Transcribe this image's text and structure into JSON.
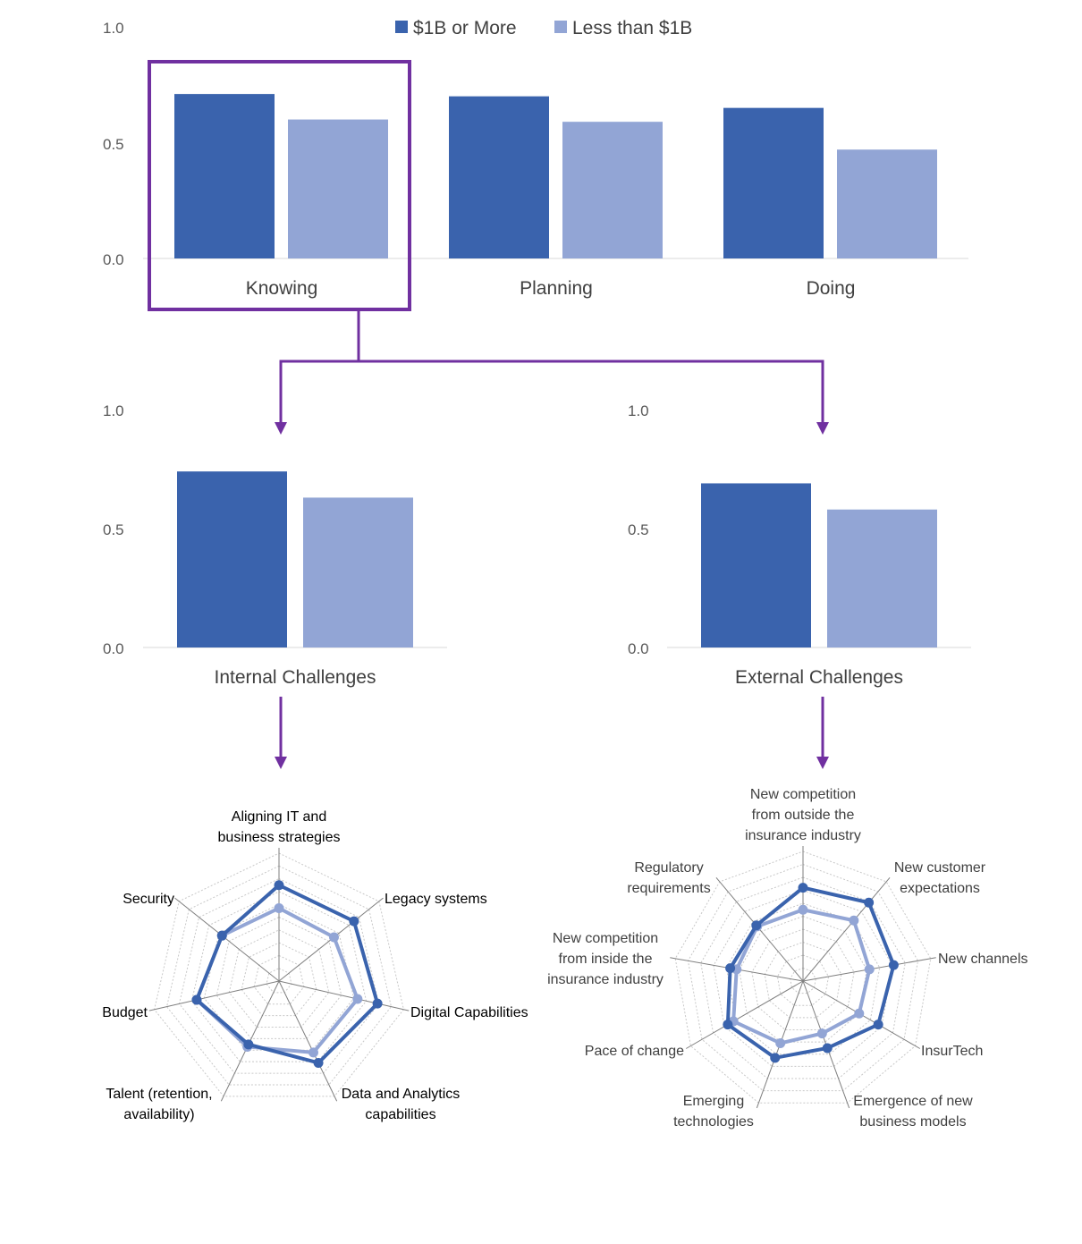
{
  "colors": {
    "large": "#3a63ad",
    "small": "#92a5d5",
    "highlight": "#7030a0",
    "axis": "#d9d9d9",
    "grid": "#c8c8c8"
  },
  "legend": {
    "items": [
      "$1B or More",
      "Less than $1B"
    ]
  },
  "chart_data": [
    {
      "type": "bar",
      "id": "top",
      "categories": [
        "Knowing",
        "Planning",
        "Doing"
      ],
      "series": [
        {
          "name": "$1B or More",
          "values": [
            0.71,
            0.7,
            0.65
          ]
        },
        {
          "name": "Less than $1B",
          "values": [
            0.6,
            0.59,
            0.47
          ]
        }
      ],
      "yticks": [
        "1.0",
        "0.5",
        "0.0"
      ],
      "ylim": [
        0,
        1.0
      ]
    },
    {
      "type": "bar",
      "id": "internal",
      "categories": [
        "Internal Challenges"
      ],
      "series": [
        {
          "name": "$1B or More",
          "values": [
            0.74
          ]
        },
        {
          "name": "Less than $1B",
          "values": [
            0.63
          ]
        }
      ],
      "yticks": [
        "1.0",
        "0.5",
        "0.0"
      ],
      "ylim": [
        0,
        1.0
      ]
    },
    {
      "type": "bar",
      "id": "external",
      "categories": [
        "External Challenges"
      ],
      "series": [
        {
          "name": "$1B or More",
          "values": [
            0.69
          ]
        },
        {
          "name": "Less than $1B",
          "values": [
            0.58
          ]
        }
      ],
      "yticks": [
        "1.0",
        "0.5",
        "0.0"
      ],
      "ylim": [
        0,
        1.0
      ]
    },
    {
      "type": "radar",
      "id": "internal-radar",
      "axes": [
        [
          "Aligning IT and",
          "business strategies"
        ],
        [
          "Legacy systems"
        ],
        [
          "Digital Capabilities"
        ],
        [
          "Data and Analytics",
          "capabilities"
        ],
        [
          "Talent (retention,",
          "availability)"
        ],
        [
          "Budget"
        ],
        [
          "Security"
        ]
      ],
      "series": [
        {
          "name": "$1B or More",
          "values": [
            0.75,
            0.75,
            0.79,
            0.71,
            0.55,
            0.66,
            0.57
          ]
        },
        {
          "name": "Less than $1B",
          "values": [
            0.57,
            0.55,
            0.63,
            0.62,
            0.57,
            0.66,
            0.57
          ]
        }
      ],
      "rlim": [
        0,
        1.0
      ]
    },
    {
      "type": "radar",
      "id": "external-radar",
      "axes": [
        [
          "New competition",
          "from outside the",
          "insurance industry"
        ],
        [
          "New customer",
          "expectations"
        ],
        [
          "New channels"
        ],
        [
          "InsurTech"
        ],
        [
          "Emergence of new",
          "business models"
        ],
        [
          "Emerging",
          "technologies"
        ],
        [
          "Pace of change"
        ],
        [
          "New competition",
          "from inside the",
          "insurance industry"
        ],
        [
          "Regulatory",
          "requirements"
        ]
      ],
      "series": [
        {
          "name": "$1B or More",
          "values": [
            0.72,
            0.79,
            0.71,
            0.67,
            0.55,
            0.63,
            0.67,
            0.57,
            0.56
          ]
        },
        {
          "name": "Less than $1B",
          "values": [
            0.55,
            0.61,
            0.52,
            0.5,
            0.43,
            0.51,
            0.62,
            0.52,
            0.55
          ]
        }
      ],
      "rlim": [
        0,
        1.0
      ]
    }
  ]
}
